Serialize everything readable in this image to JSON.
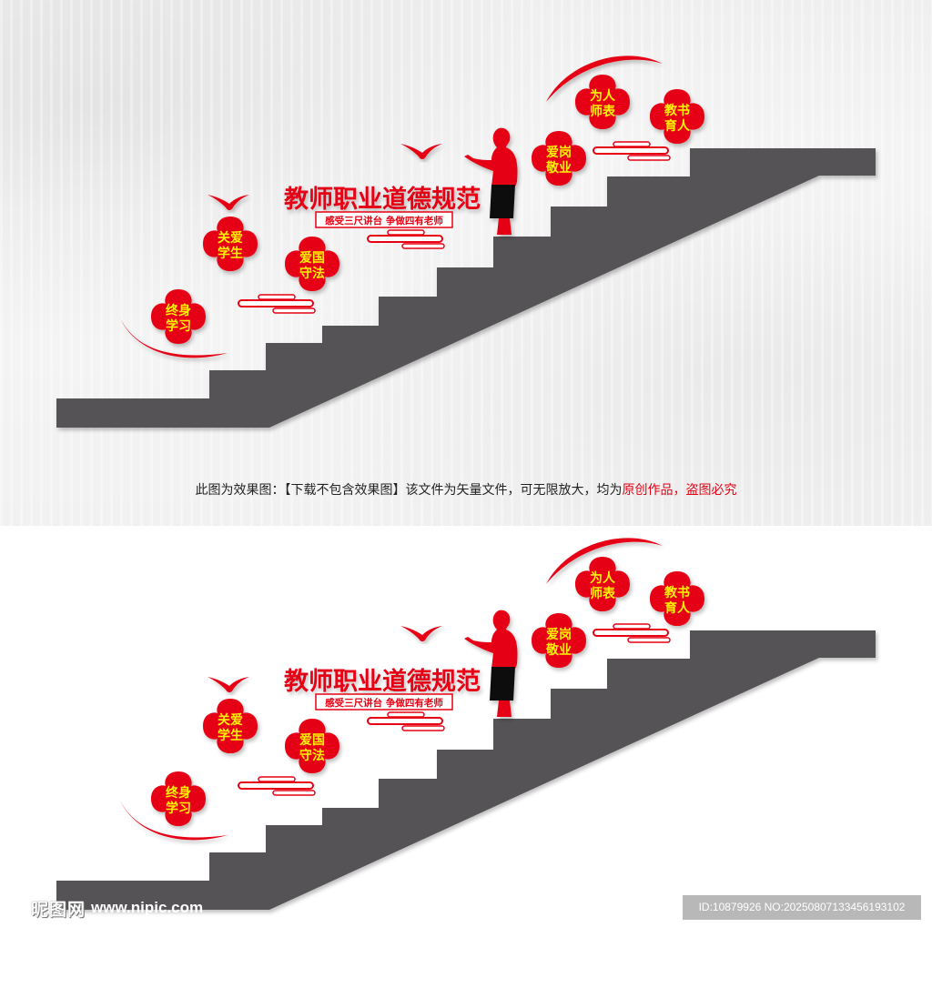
{
  "colors": {
    "red": "#e60012",
    "stair": "#555355",
    "flower_text": "#fff200",
    "skirt": "#111111"
  },
  "scene": {
    "title": "教师职业道德规范",
    "subtitle": "感受三尺讲台 争做四有老师",
    "flowers": [
      {
        "line1": "终身",
        "line2": "学习"
      },
      {
        "line1": "关爱",
        "line2": "学生"
      },
      {
        "line1": "爱国",
        "line2": "守法"
      },
      {
        "line1": "爱岗",
        "line2": "敬业"
      },
      {
        "line1": "为人",
        "line2": "师表"
      },
      {
        "line1": "教书",
        "line2": "育人"
      }
    ]
  },
  "caption": {
    "main": "此图为效果图：【下载不包含效果图】该文件为矢量文件，可无限放大，均为",
    "highlight": "原创作品，盗图必究"
  },
  "watermark": {
    "logo": "昵图网",
    "url": "www.nipic.com",
    "id_text": "ID:10879926 NO:20250807133456193102"
  }
}
